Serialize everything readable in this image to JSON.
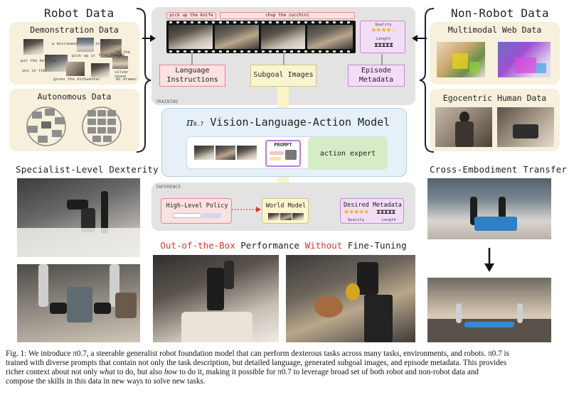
{
  "left": {
    "title": "Robot Data",
    "demo": {
      "title": "Demonstration Data",
      "snippets": [
        "a microwave",
        "in the sink",
        "put the ketchup",
        "pick up it",
        "fold the sh",
        "to the left",
        "uns in the",
        "gives the dishwasher",
        "silver spoon",
        "en drawer"
      ]
    },
    "auto": {
      "title": "Autonomous Data"
    },
    "specialist": "Specialist-Level Dexterity"
  },
  "right": {
    "title": "Non-Robot Data",
    "web": {
      "title": "Multimodal Web Data"
    },
    "ego": {
      "title": "Egocentric Human Data"
    },
    "cross": "Cross-Embodiment Transfer"
  },
  "center": {
    "tags": [
      "pick up the knife",
      "chop the zucchini"
    ],
    "quality_label": "Quality",
    "quality_stars": "★★★★☆",
    "length_label": "Length",
    "length_glyphs": "⧗⧗⧗⧗⧗",
    "boxes": [
      "Language Instructions",
      "Subgoal Images",
      "Episode Metadata"
    ],
    "training_label": "TRAINING",
    "model": {
      "title_suffix": "Vision-Language-Action Model",
      "prompt_label": "PROMPT",
      "expert_label": "action expert"
    },
    "inference_label": "INFERENCE",
    "inference": {
      "policy": "High-Level Policy",
      "world": "World Model",
      "desired": "Desired Metadata",
      "quality_label": "Quality",
      "length_label": "Length",
      "stars": "★★★★★",
      "glyphs": "⧗⧗⧗⧗⧗"
    }
  },
  "bottom": {
    "tag_part1": "Out-of-the-Box",
    "tag_part2": "Performance",
    "tag_part3": "Without",
    "tag_part4": "Fine-Tuning"
  },
  "caption": {
    "line1": "Fig. 1: We introduce π0.7, a steerable generalist robot foundation model that can perform dexterous tasks across many tasks, environments, and robots. π0.7 is",
    "line2": "trained with diverse prompts that contain not only the task description, but detailed language, generated subgoal images, and episode metadata. This provides",
    "line3a": "richer context about not only",
    "line3b": "what",
    "line3c": "to do, but also",
    "line3d": "how",
    "line3e": "to do it, making it possible for π0.7 to leverage broad set of both robot and non-robot data and",
    "line4": "compose the skills in this data in new ways to solve new tasks."
  },
  "colors": {
    "accent_red": "#d23b2f",
    "beige": "#f6f0dc",
    "model_blue": "#e6f0f9",
    "expert_green": "#d6ecc7"
  }
}
